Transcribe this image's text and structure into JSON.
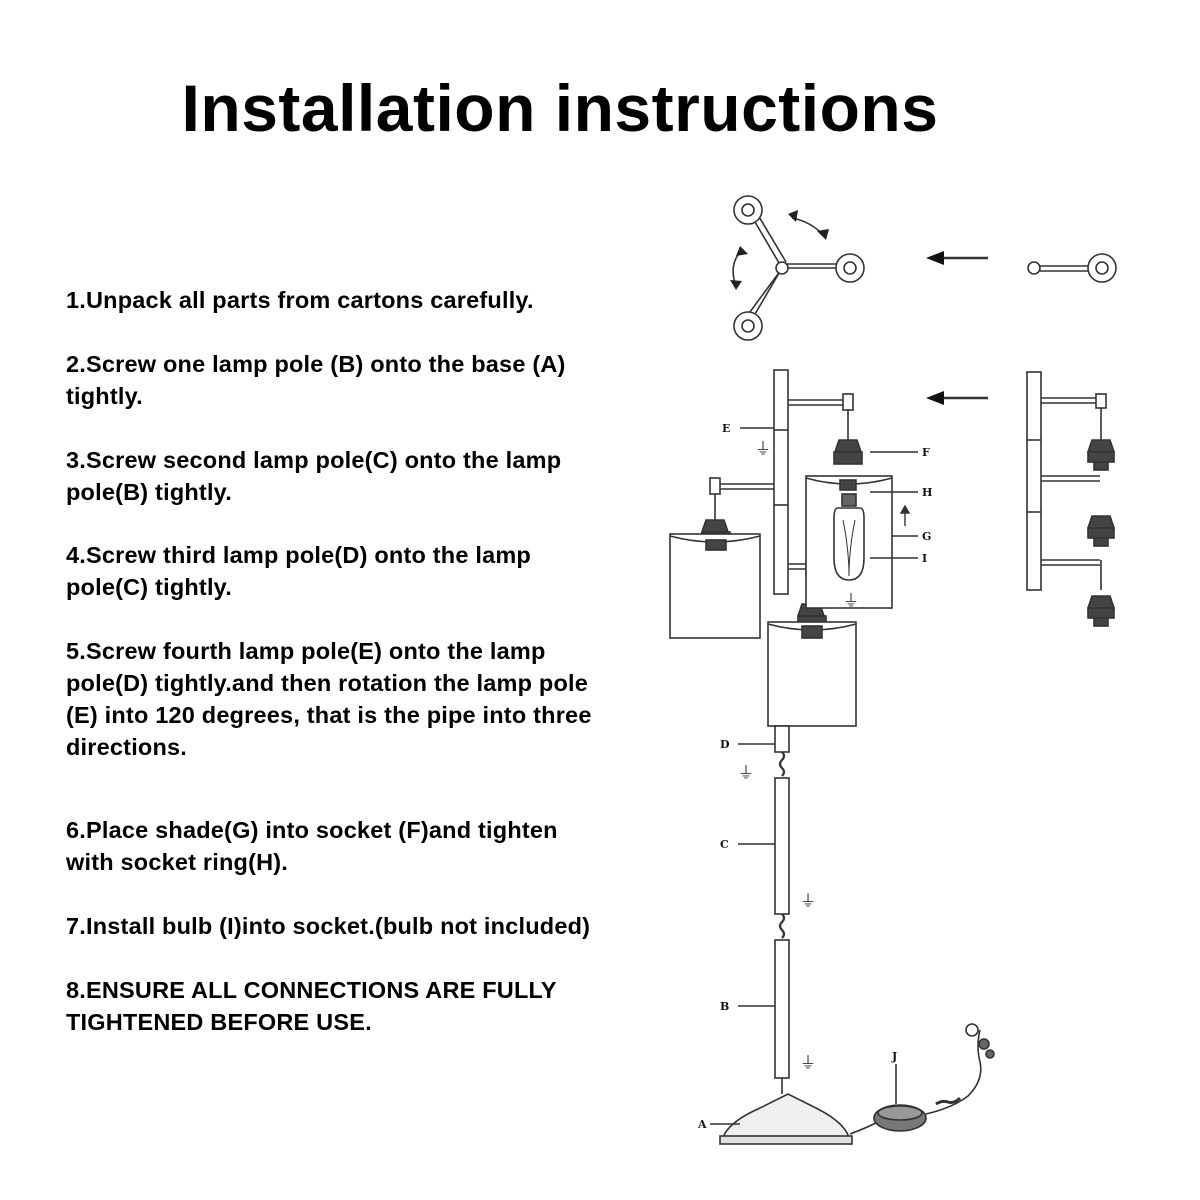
{
  "title": "Installation instructions",
  "steps": [
    "1.Unpack all parts from cartons carefully.",
    "2.Screw one lamp pole (B) onto the base (A)\ntightly.",
    "3.Screw second lamp pole(C) onto the lamp\npole(B) tightly.",
    "4.Screw third lamp pole(D) onto the lamp\npole(C) tightly.",
    "5.Screw fourth lamp pole(E) onto the lamp\npole(D) tightly.and then rotation the lamp pole\n(E) into 120 degrees, that is the pipe into three\ndirections.",
    "6.Place shade(G)   into socket (F)and tighten\nwith socket ring(H).",
    "7.Install bulb (I)into socket.(bulb not included)",
    "8.ENSURE ALL CONNECTIONS ARE FULLY\nTIGHTENED BEFORE USE."
  ],
  "diagram_labels": {
    "a": "A",
    "b": "B",
    "c": "C",
    "d": "D",
    "e": "E",
    "f": "F",
    "g": "G",
    "h": "H",
    "i": "I",
    "j": "J"
  }
}
